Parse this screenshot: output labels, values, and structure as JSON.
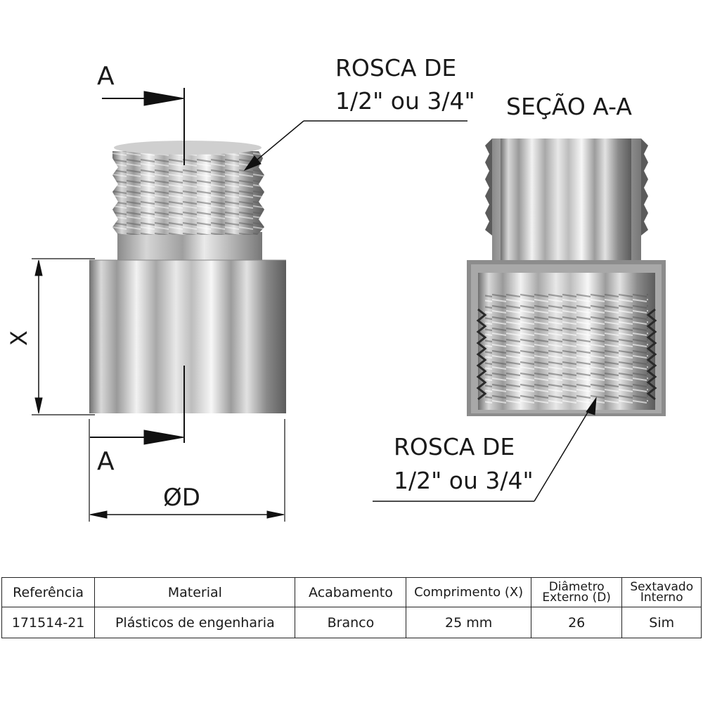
{
  "drawing": {
    "section_mark_top": "A",
    "section_mark_bottom": "A",
    "length_label": "X",
    "diameter_label": "ØD",
    "thread_callout_top": {
      "line1": "ROSCA DE",
      "line2": "1/2\" ou 3/4\""
    },
    "section_title": "SEÇÃO A-A",
    "thread_callout_bottom": {
      "line1": "ROSCA DE",
      "line2": "1/2\" ou 3/4\""
    }
  },
  "table": {
    "headers": {
      "ref": "Referência",
      "material": "Material",
      "finish": "Acabamento",
      "length": "Comprimento (X)",
      "diameter_l1": "Diâmetro",
      "diameter_l2": "Externo (D)",
      "hex_l1": "Sextavado",
      "hex_l2": "Interno"
    },
    "row": {
      "ref": "171514-21",
      "material": "Plásticos de engenharia",
      "finish": "Branco",
      "length": "25 mm",
      "diameter": "26",
      "hex": "Sim"
    }
  }
}
